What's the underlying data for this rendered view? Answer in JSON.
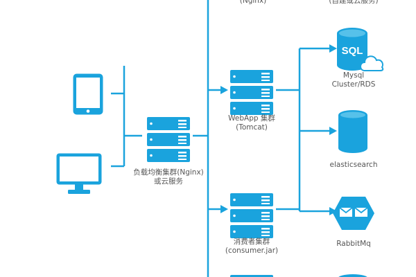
{
  "colors": {
    "accent": "#1aa3dd",
    "label": "#555555",
    "background": "#ffffff"
  },
  "diagram": {
    "top_left_partial": {
      "line1": "(Nginx)"
    },
    "top_right_partial": {
      "line1": "(自建或云服务)"
    },
    "clients": [
      {
        "icon": "tablet-icon"
      },
      {
        "icon": "monitor-icon"
      }
    ],
    "load_balancer": {
      "icon": "server-stack-icon",
      "line1": "负载均衡集群(Nginx)",
      "line2": "或云服务"
    },
    "webapp": {
      "icon": "server-stack-icon",
      "line1": "WebApp 集群",
      "line2": "(Tomcat)"
    },
    "consumer": {
      "icon": "server-stack-icon",
      "line1": "消费者集群",
      "line2": "(consumer.jar)"
    },
    "mysql": {
      "icon": "sql-database-cloud-icon",
      "badge": "SQL",
      "line1": "Mysql",
      "line2": "Cluster/RDS"
    },
    "elasticsearch": {
      "icon": "database-icon",
      "line1": "elasticsearch"
    },
    "rabbitmq": {
      "icon": "message-queue-icon",
      "line1": "RabbitMq"
    }
  }
}
